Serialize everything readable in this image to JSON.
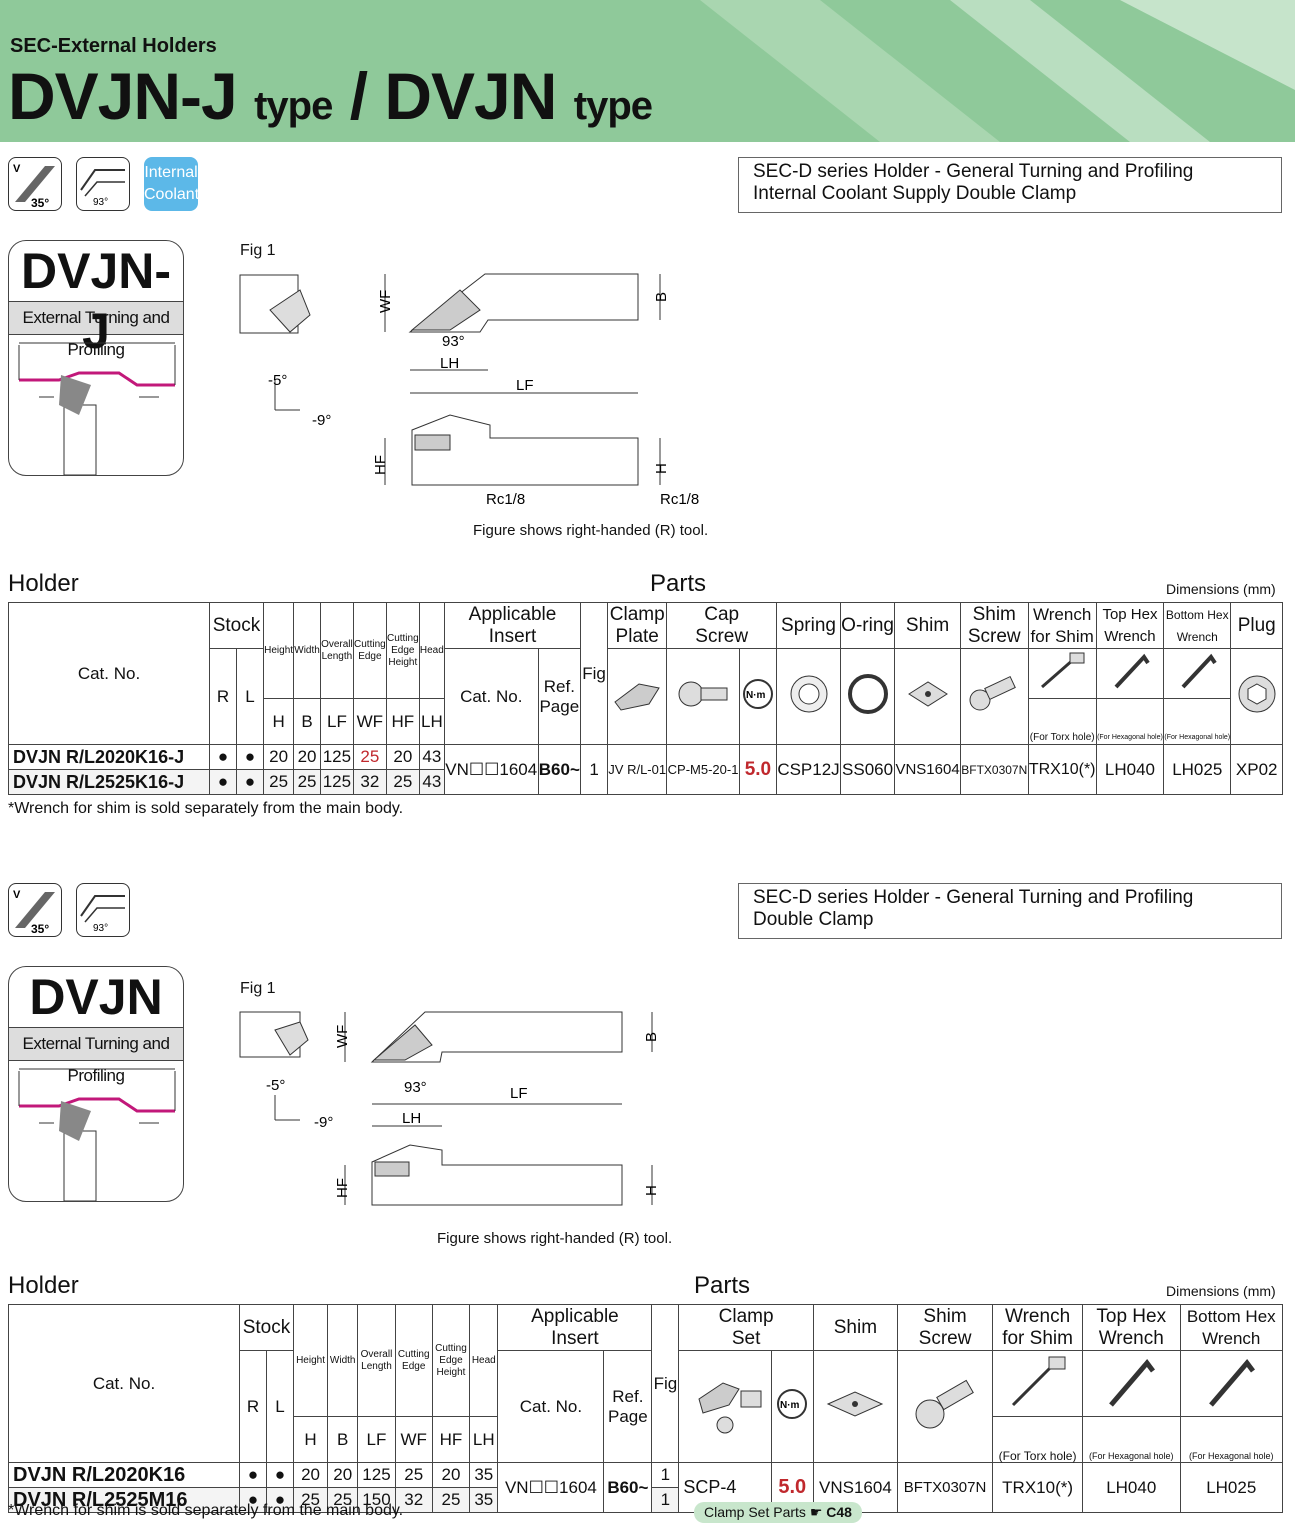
{
  "header": {
    "subtitle": "SEC-External Holders",
    "title_part1": "DVJN-J",
    "title_type1": "type",
    "title_sep": "/",
    "title_part2": "DVJN",
    "title_type2": "type"
  },
  "section1": {
    "icons": {
      "angle": "35°",
      "lead": "93°",
      "v": "V",
      "coolant_line1": "Internal",
      "coolant_line2": "Coolant"
    },
    "description": [
      "SEC-D series Holder - General Turning and Profiling",
      "Internal Coolant Supply Double Clamp"
    ],
    "card": {
      "name": "DVJN-J",
      "sub": "External Turning and Profiling"
    },
    "fig_label": "Fig 1",
    "dims": {
      "wf": "WF",
      "b": "B",
      "lh": "LH",
      "lf": "LF",
      "hf": "HF",
      "h": "H",
      "angle": "93°",
      "rc1": "Rc1/8",
      "rc2": "Rc1/8",
      "a1": "-5°",
      "a2": "-9°"
    },
    "caption": "Figure shows right-handed (R) tool.",
    "holder_label": "Holder",
    "parts_label": "Parts",
    "dims_label": "Dimensions (mm)",
    "table": {
      "h_catno": "Cat. No.",
      "h_stock": "Stock",
      "h_height": "Height",
      "h_width": "Width",
      "h_overall1": "Overall",
      "h_overall2": "Length",
      "h_cutting1": "Cutting",
      "h_cutting2": "Edge",
      "h_ceh1": "Cutting",
      "h_ceh2": "Edge",
      "h_ceh3": "Height",
      "h_head": "Head",
      "h_insert1": "Applicable",
      "h_insert2": "Insert",
      "h_fig": "Fig",
      "h_clamp1": "Clamp",
      "h_clamp2": "Plate",
      "h_cap1": "Cap",
      "h_cap2": "Screw",
      "h_spring": "Spring",
      "h_oring": "O-ring",
      "h_shim": "Shim",
      "h_shimscrew1": "Shim",
      "h_shimscrew2": "Screw",
      "h_wrench1": "Wrench",
      "h_wrench2": "for Shim",
      "h_top1": "Top Hex",
      "h_top2": "Wrench",
      "h_bot1": "Bottom Hex",
      "h_bot2": "Wrench",
      "h_plug": "Plug",
      "h_r": "R",
      "h_l": "L",
      "h_H": "H",
      "h_B": "B",
      "h_LF": "LF",
      "h_WF": "WF",
      "h_HF": "HF",
      "h_LH": "LH",
      "h_ins_cat": "Cat. No.",
      "h_ref1": "Ref.",
      "h_ref2": "Page",
      "nm": "N·m",
      "torx_note": "(For Torx hole)",
      "hex_note1": "(For Hexagonal hole)",
      "hex_note2": "(For Hexagonal hole)",
      "rows": [
        {
          "cat": "DVJN R/L2020K16-J",
          "r": "●",
          "l": "●",
          "H": "20",
          "B": "20",
          "LF": "125",
          "WF": "25",
          "HF": "20",
          "LH": "43"
        },
        {
          "cat": "DVJN R/L2525K16-J",
          "r": "●",
          "l": "●",
          "H": "25",
          "B": "25",
          "LF": "125",
          "WF": "32",
          "HF": "25",
          "LH": "43"
        }
      ],
      "shared": {
        "insert": "VN☐☐1604",
        "ref": "B60~",
        "fig": "1",
        "clamp": "JV R/L-01",
        "cap": "CP-M5-20-1",
        "torque": "5.0",
        "spring": "CSP12J",
        "oring": "SS060",
        "shim": "VNS1604",
        "shimscrew": "BFTX0307N",
        "wrench": "TRX10(*)",
        "top": "LH040",
        "bottom": "LH025",
        "plug": "XP02"
      }
    },
    "note": "*Wrench for shim is sold separately from the main body."
  },
  "section2": {
    "icons": {
      "angle": "35°",
      "lead": "93°",
      "v": "V"
    },
    "description": [
      "SEC-D series Holder - General Turning and Profiling",
      "Double Clamp"
    ],
    "card": {
      "name": "DVJN",
      "sub": "External Turning and Profiling"
    },
    "fig_label": "Fig 1",
    "dims": {
      "wf": "WF",
      "b": "B",
      "lh": "LH",
      "lf": "LF",
      "hf": "HF",
      "h": "H",
      "angle": "93°",
      "a1": "-5°",
      "a2": "-9°"
    },
    "caption": "Figure shows right-handed (R) tool.",
    "holder_label": "Holder",
    "parts_label": "Parts",
    "dims_label": "Dimensions (mm)",
    "table": {
      "h_catno": "Cat. No.",
      "h_stock": "Stock",
      "h_height": "Height",
      "h_width": "Width",
      "h_overall1": "Overall",
      "h_overall2": "Length",
      "h_cutting1": "Cutting",
      "h_cutting2": "Edge",
      "h_ceh1": "Cutting",
      "h_ceh2": "Edge",
      "h_ceh3": "Height",
      "h_head": "Head",
      "h_insert1": "Applicable",
      "h_insert2": "Insert",
      "h_fig": "Fig",
      "h_clampset1": "Clamp",
      "h_clampset2": "Set",
      "h_shim": "Shim",
      "h_shimscrew1": "Shim",
      "h_shimscrew2": "Screw",
      "h_wrench1": "Wrench",
      "h_wrench2": "for Shim",
      "h_top1": "Top Hex",
      "h_top2": "Wrench",
      "h_bot1": "Bottom Hex",
      "h_bot2": "Wrench",
      "h_r": "R",
      "h_l": "L",
      "h_H": "H",
      "h_B": "B",
      "h_LF": "LF",
      "h_WF": "WF",
      "h_HF": "HF",
      "h_LH": "LH",
      "h_ins_cat": "Cat. No.",
      "h_ref1": "Ref.",
      "h_ref2": "Page",
      "nm": "N·m",
      "torx_note": "(For Torx hole)",
      "hex_note1": "(For Hexagonal hole)",
      "hex_note2": "(For Hexagonal hole)",
      "rows": [
        {
          "cat": "DVJN R/L2020K16",
          "r": "●",
          "l": "●",
          "H": "20",
          "B": "20",
          "LF": "125",
          "WF": "25",
          "HF": "20",
          "LH": "35",
          "fig": "1"
        },
        {
          "cat": "DVJN R/L2525M16",
          "r": "●",
          "l": "●",
          "H": "25",
          "B": "25",
          "LF": "150",
          "WF": "32",
          "HF": "25",
          "LH": "35",
          "fig": "1"
        }
      ],
      "shared": {
        "insert": "VN☐☐1604",
        "ref": "B60~",
        "clampset": "SCP-4",
        "torque": "5.0",
        "shim": "VNS1604",
        "shimscrew": "BFTX0307N",
        "wrench": "TRX10(*)",
        "top": "LH040",
        "bottom": "LH025"
      }
    },
    "note": "*Wrench for shim is sold separately from the main body.",
    "tag": {
      "label": "Clamp Set Parts",
      "page": "C48"
    }
  }
}
